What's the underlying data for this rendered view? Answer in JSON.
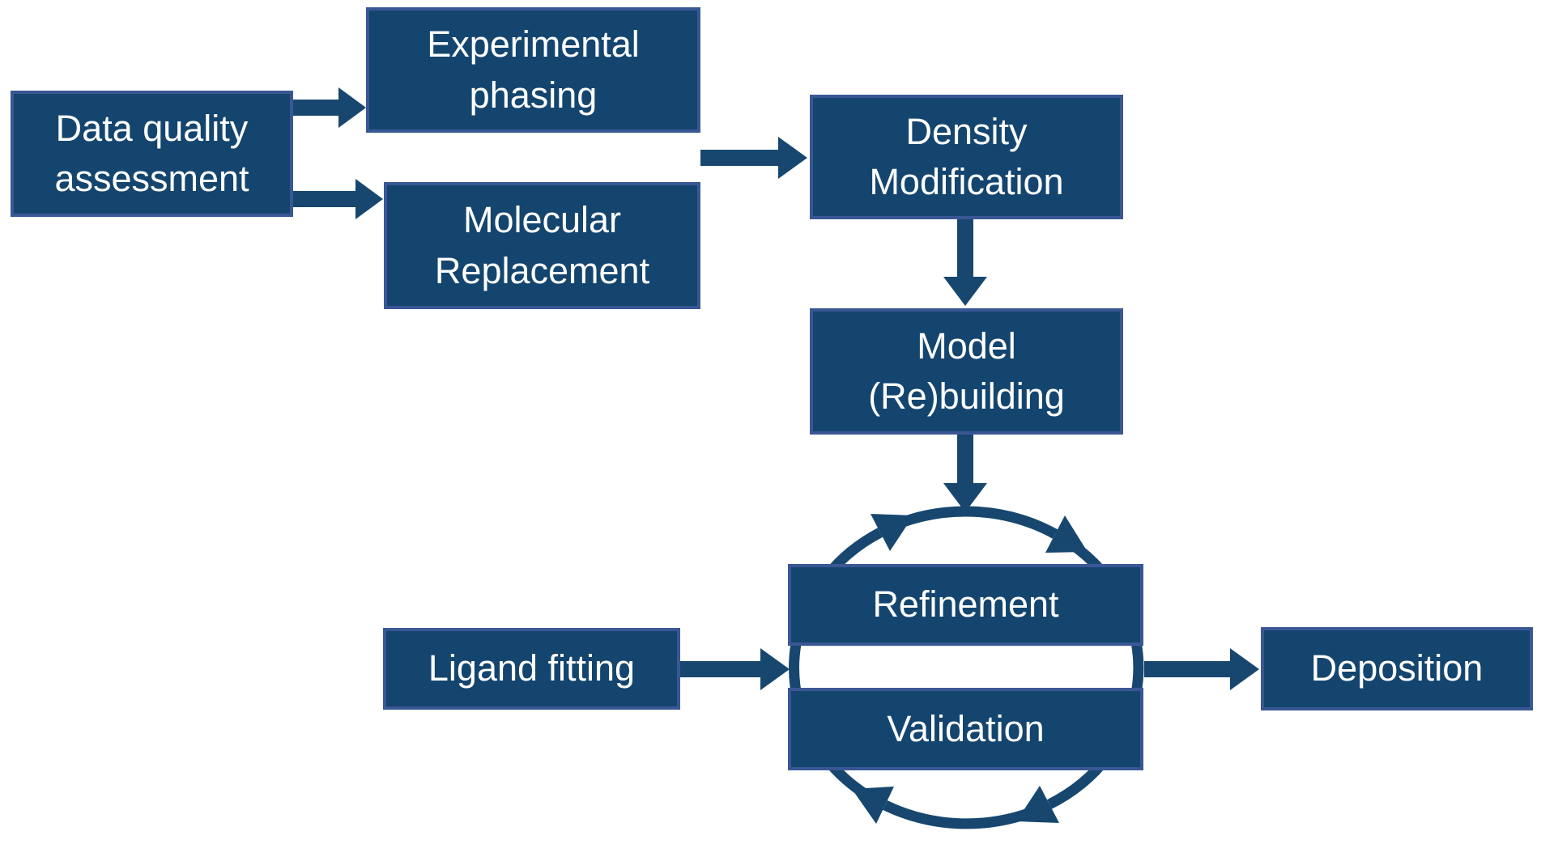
{
  "theme": {
    "background": "#FFFFFF",
    "node_fill": "#14456E",
    "node_border": "#3A5795",
    "arrow_color": "#17476F",
    "text_color": "#FFFFFF"
  },
  "nodes": {
    "data_quality": {
      "label": "Data quality\nassessment"
    },
    "experimental_phasing": {
      "label": "Experimental\nphasing"
    },
    "molecular_replacement": {
      "label": "Molecular\nReplacement"
    },
    "density_modification": {
      "label": "Density\nModification"
    },
    "model_rebuilding": {
      "label": "Model\n(Re)building"
    },
    "refinement": {
      "label": "Refinement"
    },
    "validation": {
      "label": "Validation"
    },
    "ligand_fitting": {
      "label": "Ligand fitting"
    },
    "deposition": {
      "label": "Deposition"
    }
  },
  "edges": [
    {
      "from": "data_quality",
      "to": "experimental_phasing",
      "type": "arrow"
    },
    {
      "from": "data_quality",
      "to": "molecular_replacement",
      "type": "arrow"
    },
    {
      "from": "experimental_phasing + molecular_replacement",
      "to": "density_modification",
      "type": "arrow"
    },
    {
      "from": "density_modification",
      "to": "model_rebuilding",
      "type": "arrow"
    },
    {
      "from": "model_rebuilding",
      "to": "refinement_validation_cycle",
      "type": "arrow"
    },
    {
      "from": "ligand_fitting",
      "to": "refinement_validation_cycle",
      "type": "arrow"
    },
    {
      "from": "refinement_validation_cycle",
      "to": "deposition",
      "type": "arrow"
    },
    {
      "from": "refinement",
      "to": "validation",
      "type": "cycle-clockwise"
    }
  ]
}
